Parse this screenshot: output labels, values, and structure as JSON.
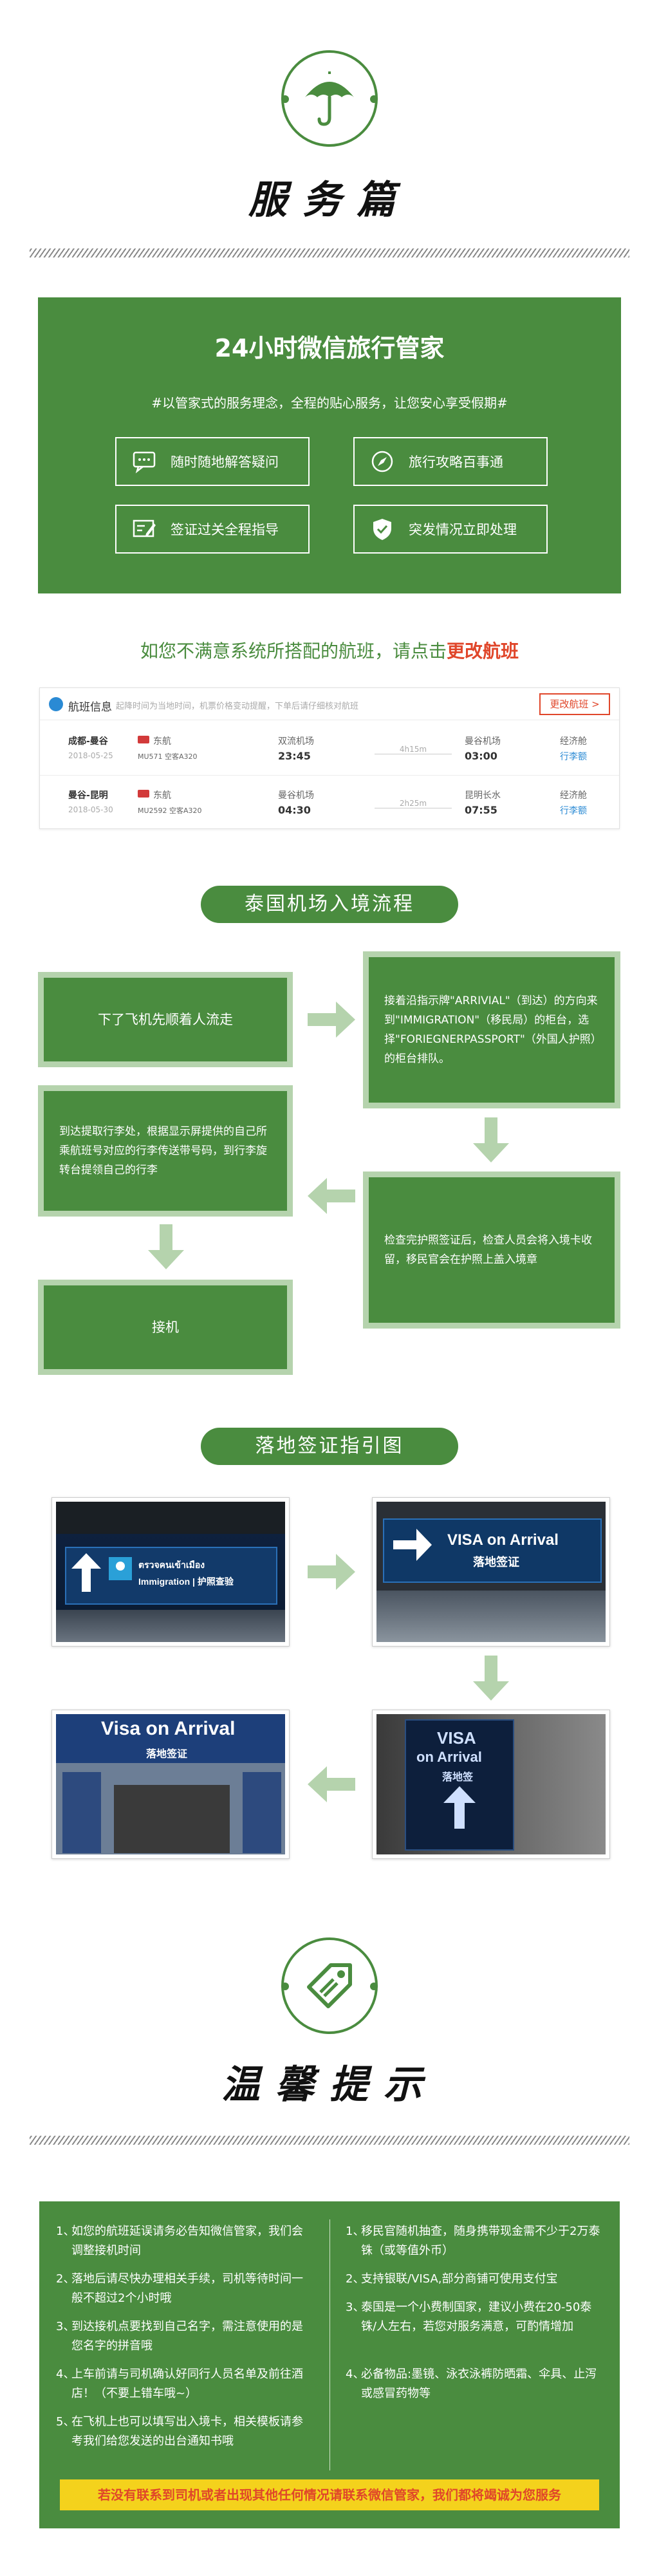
{
  "service": {
    "title": "服务篇",
    "card_title": "24小时微信旅行管家",
    "card_sub": "#以管家式的服务理念，全程的贴心服务，让您安心享受假期#",
    "features": [
      {
        "icon": "chat-bubble-icon",
        "label": "随时随地解答疑问"
      },
      {
        "icon": "compass-icon",
        "label": "旅行攻略百事通"
      },
      {
        "icon": "document-edit-icon",
        "label": "签证过关全程指导"
      },
      {
        "icon": "shield-check-icon",
        "label": "突发情况立即处理"
      }
    ],
    "change_prefix": "如您不满意系统所搭配的航班，请点击",
    "change_link": "更改航班"
  },
  "flight": {
    "title": "航班信息",
    "note": "起降时间为当地时间，机票价格变动提醒，下单后请仔细核对航班",
    "change_btn": "更改航班 >",
    "rows": [
      {
        "route": "成都-曼谷",
        "date": "2018-05-25",
        "airline": "东航",
        "flight_no": "MU571 空客A320",
        "dep_airport": "双流机场",
        "dep_time": "23:45",
        "duration": "4h15m",
        "arr_airport": "曼谷机场",
        "arr_time": "03:00",
        "stop": "经济舱",
        "ticket": "行李额"
      },
      {
        "route": "曼谷-昆明",
        "date": "2018-05-30",
        "airline": "东航",
        "flight_no": "MU2592 空客A320",
        "dep_airport": "曼谷机场",
        "dep_time": "04:30",
        "duration": "2h25m",
        "arr_airport": "昆明长水",
        "arr_time": "07:55",
        "stop": "经济舱",
        "ticket": "行李额"
      }
    ]
  },
  "entry": {
    "title": "泰国机场入境流程",
    "steps": [
      "下了飞机先顺着人流走",
      "接着沿指示牌\"ARRIVIAL\"（到达）的方向来到\"IMMIGRATION\"（移民局）的柜台，选择\"FORIEGNERPASSPORT\"（外国人护照）的柜台排队。",
      "检查完护照签证后，检查人员会将入境卡收留，移民官会在护照上盖入境章",
      "到达提取行李处，根据显示屏提供的自己所乘航班号对应的行李传送带号码，到行李旋转台提领自己的行李",
      "接机"
    ]
  },
  "visa": {
    "title": "落地签证指引图",
    "photos": [
      {
        "line1": "ตรวจคนเข้าเมือง",
        "line2": "Immigration | 护照查验"
      },
      {
        "line1": "VISA on Arrival",
        "line2": "落地签证"
      },
      {
        "line1": "Visa on Arrival",
        "line2": "落地签证"
      },
      {
        "line1": "VISA",
        "line2": "on Arrival",
        "line3": "落地签"
      }
    ]
  },
  "tips": {
    "title": "温馨提示",
    "left": [
      {
        "n": "1、",
        "t": "如您的航班延误请务必告知微信管家，我们会调整接机时间"
      },
      {
        "n": "2、",
        "t": "落地后请尽快办理相关手续，司机等待时间一般不超过2个小时哦"
      },
      {
        "n": "3、",
        "t": "到达接机点要找到自己名字，需注意使用的是您名字的拼音哦"
      },
      {
        "n": "4、",
        "t": "上车前请与司机确认好同行人员名单及前往酒店！（不要上错车哦~）"
      },
      {
        "n": "5、",
        "t": "在飞机上也可以填写出入境卡，相关模板请参考我们给您发送的出台通知书哦"
      }
    ],
    "right": [
      {
        "n": "1、",
        "t": "移民官随机抽查，随身携带现金需不少于2万泰铢（或等值外币）"
      },
      {
        "n": "2、",
        "t": "支持银联/VISA,部分商铺可使用支付宝"
      },
      {
        "n": "3、",
        "t": "泰国是一个小费制国家，建议小费在20-50泰铢/人左右，若您对服务满意，可酌情增加"
      },
      {
        "n": "4、",
        "t": "必备物品:墨镜、泳衣泳裤防晒霜、伞具、止泻或感冒药物等"
      }
    ],
    "banner": "若没有联系到司机或者出现其他任何情况请联系微信管家，我们都将竭诚为您服务"
  },
  "colors": {
    "brand_green": "#4a8c3f",
    "light_green": "#b5d3ad",
    "accent_red": "#e0462a",
    "banner_yellow": "#f4d21c"
  }
}
